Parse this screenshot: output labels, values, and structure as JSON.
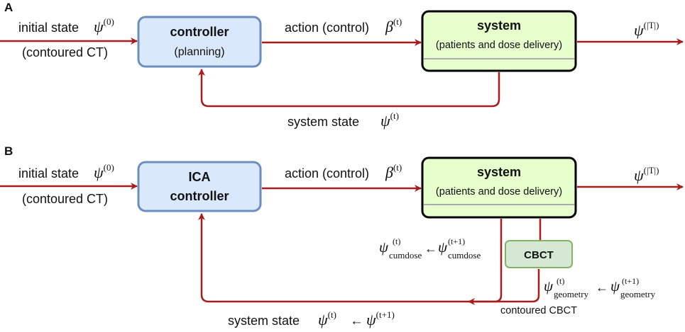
{
  "panels": {
    "a": {
      "letter": "A",
      "initial_state": "initial state",
      "initial_state_math": "ψ",
      "initial_state_sup": "(0)",
      "initial_state_sub": "(contoured CT)",
      "controller_title": "controller",
      "controller_sub": "(planning)",
      "action_label": "action (control)",
      "action_math": "β",
      "action_sup": "(t)",
      "system_title": "system",
      "system_sub": "(patients and dose delivery)",
      "output_math": "ψ",
      "output_sup": "(|T|)",
      "state_label": "system state",
      "state_math": "ψ",
      "state_sup": "(t)"
    },
    "b": {
      "letter": "B",
      "initial_state": "initial state",
      "initial_state_math": "ψ",
      "initial_state_sup": "(0)",
      "initial_state_sub": "(contoured CT)",
      "controller_line1": "ICA",
      "controller_line2": "controller",
      "action_label": "action (control)",
      "action_math": "β",
      "action_sup": "(t)",
      "system_title": "system",
      "system_sub": "(patients and dose delivery)",
      "output_math": "ψ",
      "output_sup": "(|T|)",
      "cbct_label": "CBCT",
      "cbct_caption": "contoured CBCT",
      "cumdose_math": "ψ",
      "cumdose_sup": "(t)",
      "cumdose_sub": "cumdose",
      "cumdose_arrow": "←",
      "cumdose2_math": "ψ",
      "cumdose2_sup": "(t+1)",
      "cumdose2_sub": "cumdose",
      "geometry_math": "ψ",
      "geometry_sup": "(t)",
      "geometry_sub": "geometry",
      "geometry_arrow": "←",
      "geometry2_math": "ψ",
      "geometry2_sup": "(t+1)",
      "geometry2_sub": "geometry",
      "state_label": "system state",
      "state_math": "ψ",
      "state_sup": "(t)",
      "state_arrow": "←",
      "state2_math": "ψ",
      "state2_sup": "(t+1)"
    }
  },
  "colors": {
    "arrow": "#a81c1c",
    "controller_fill": "#dae8fc",
    "controller_stroke": "#6c8ebf",
    "system_fill": "#e6ffcc",
    "system_stroke": "#000000",
    "cbct_fill": "#d5e8d4",
    "cbct_stroke": "#82b366"
  }
}
